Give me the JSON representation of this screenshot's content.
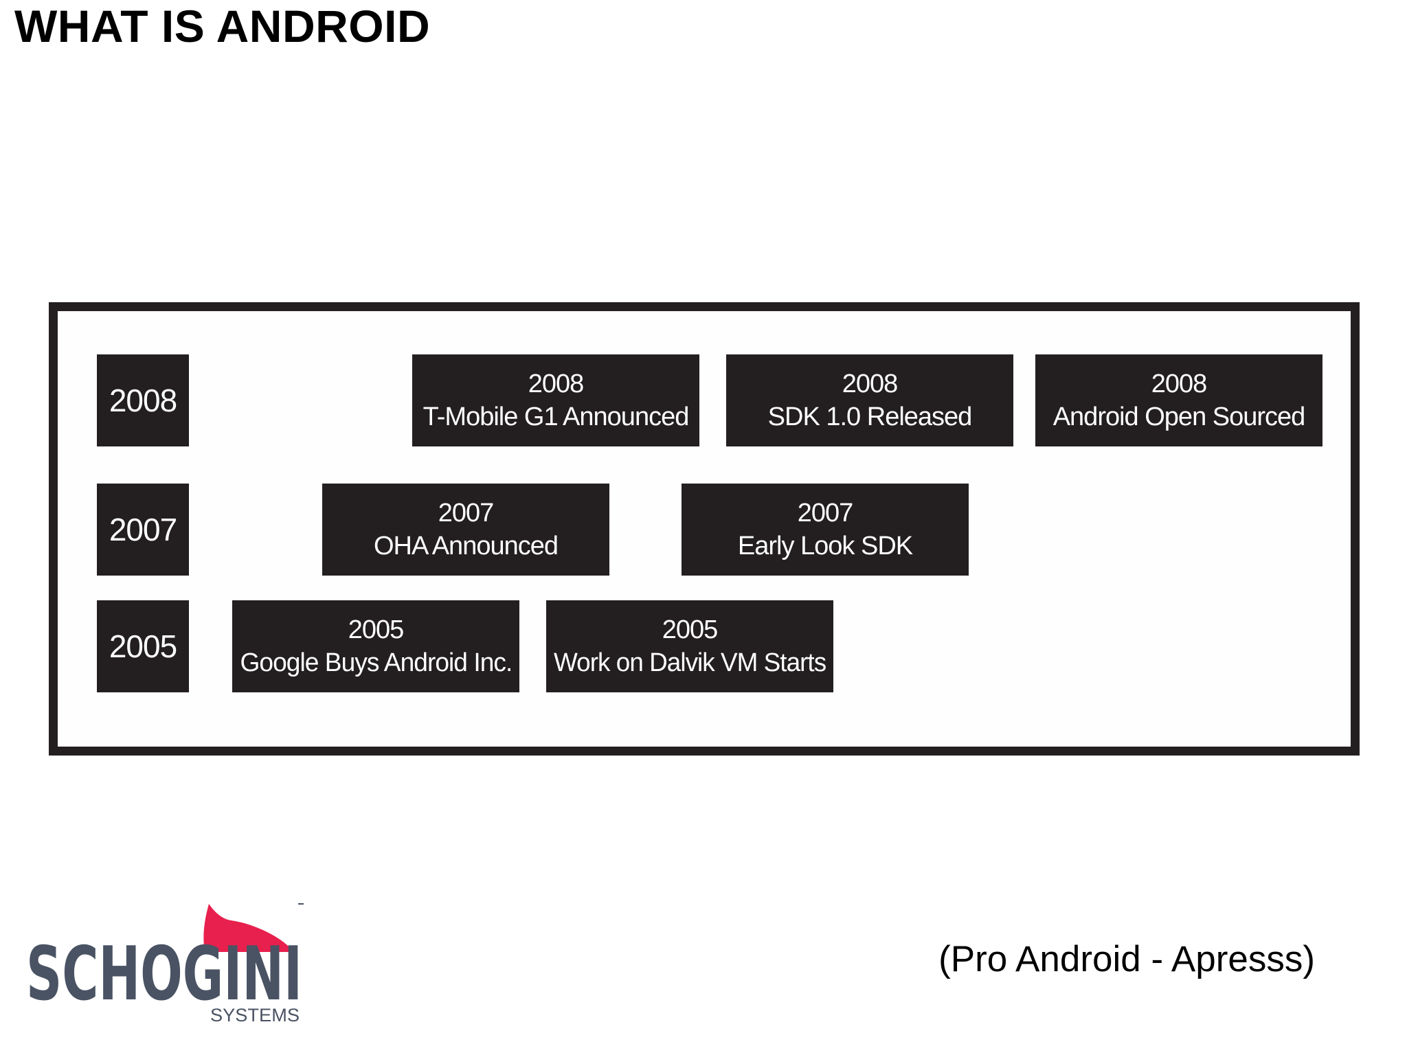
{
  "slide": {
    "title": "WHAT IS ANDROID",
    "source": "(Pro Android - Apresss)"
  },
  "timeline": {
    "years": [
      "2008",
      "2007",
      "2005"
    ],
    "rows": [
      {
        "year": "2008",
        "events": [
          {
            "year": "2008",
            "text": "T-Mobile G1 Announced"
          },
          {
            "year": "2008",
            "text": "SDK 1.0 Released"
          },
          {
            "year": "2008",
            "text": "Android Open Sourced"
          }
        ]
      },
      {
        "year": "2007",
        "events": [
          {
            "year": "2007",
            "text": "OHA Announced"
          },
          {
            "year": "2007",
            "text": "Early Look SDK"
          }
        ]
      },
      {
        "year": "2005",
        "events": [
          {
            "year": "2005",
            "text": "Google Buys Android Inc."
          },
          {
            "year": "2005",
            "text": "Work on Dalvik VM Starts"
          }
        ]
      }
    ]
  },
  "logo": {
    "wordmark": "SCHOGINI",
    "tagline": "SYSTEMS",
    "colors": {
      "wordmark": "#4a5363",
      "fin": "#e8204e",
      "tagline": "#4a5363"
    }
  },
  "colors": {
    "box_fill": "#231f20",
    "box_text": "#ffffff",
    "frame": "#231f20"
  }
}
